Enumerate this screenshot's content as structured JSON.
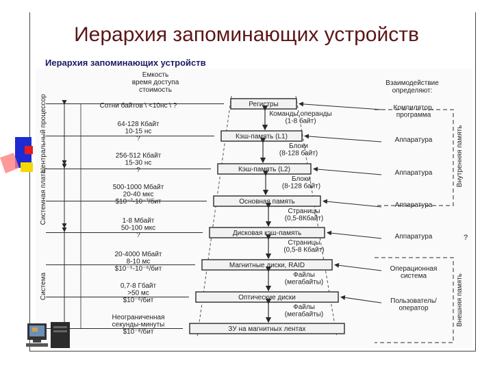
{
  "slide": {
    "title": "Иерархия запоминающих устройств",
    "subtitle": "Иерархия запоминающих устройств"
  },
  "diagram": {
    "left_header": [
      "Емкость",
      "время доступа",
      "стоимость"
    ],
    "right_header": [
      "Взаимодействие",
      "определяют:"
    ],
    "groups": [
      {
        "label": "Центральный процессор"
      },
      {
        "label": "Системная плата"
      },
      {
        "label": "Система"
      }
    ],
    "right_groups": [
      {
        "label": "Внутренняя память"
      },
      {
        "label": "Внешняя память"
      }
    ],
    "levels": [
      {
        "name": "Регистры",
        "params": [
          "Сотни байтов \\ <10нс \\ ?"
        ],
        "controller": [
          "Компилятор,",
          "программа"
        ]
      },
      {
        "name": "Кэш-память (L1)",
        "params": [
          "64-128 Кбайт",
          "10-15 нс",
          "?"
        ],
        "controller": [
          "Аппаратура"
        ]
      },
      {
        "name": "Кэш-память (L2)",
        "params": [
          "256-512 Кбайт",
          "15-30 нс",
          "?"
        ],
        "controller": [
          "Аппаратура"
        ]
      },
      {
        "name": "Основная память",
        "params": [
          "500-1000 Мбайт",
          "20-40 мкс",
          "$10⁻²-10⁻³/бит"
        ],
        "controller": [
          "Аппаратура"
        ]
      },
      {
        "name": "Дисковая кэш-память",
        "params": [
          "1-8 Мбайт",
          "50-100 мкс",
          "?"
        ],
        "controller": [
          "Аппаратура"
        ]
      },
      {
        "name": "Магнитные диски, RAID",
        "params": [
          "20-4000 Мбайт",
          "8-10 мс",
          "$10⁻⁵-10⁻⁶/бит"
        ],
        "controller": [
          "Операционная",
          "система"
        ]
      },
      {
        "name": "Оптические диски",
        "params": [
          "0,7-8 Гбайт",
          ">50 мс",
          "$10⁻⁶/бит"
        ],
        "controller": [
          "Пользователь/",
          "оператор"
        ]
      },
      {
        "name": "ЗУ на магнитных лентах",
        "params": [
          "Неограниченная",
          "секунды-минуты",
          "$10⁻⁸/бит"
        ],
        "controller": []
      }
    ],
    "transfers": [
      [
        "Команды,операнды",
        "(1-8 байт)"
      ],
      [
        "Блоки",
        "(8-128 байт)"
      ],
      [
        "Блоки",
        "(8-128 байт)"
      ],
      [
        "Страницы",
        "(0,5-8Кбайт)"
      ],
      [
        "Страницы",
        "(0,5-8 Кбайт)"
      ],
      [
        "Файлы",
        "(мегабайты)"
      ],
      [
        "Файлы",
        "(мегабайты)"
      ]
    ],
    "misc_question": "?"
  }
}
